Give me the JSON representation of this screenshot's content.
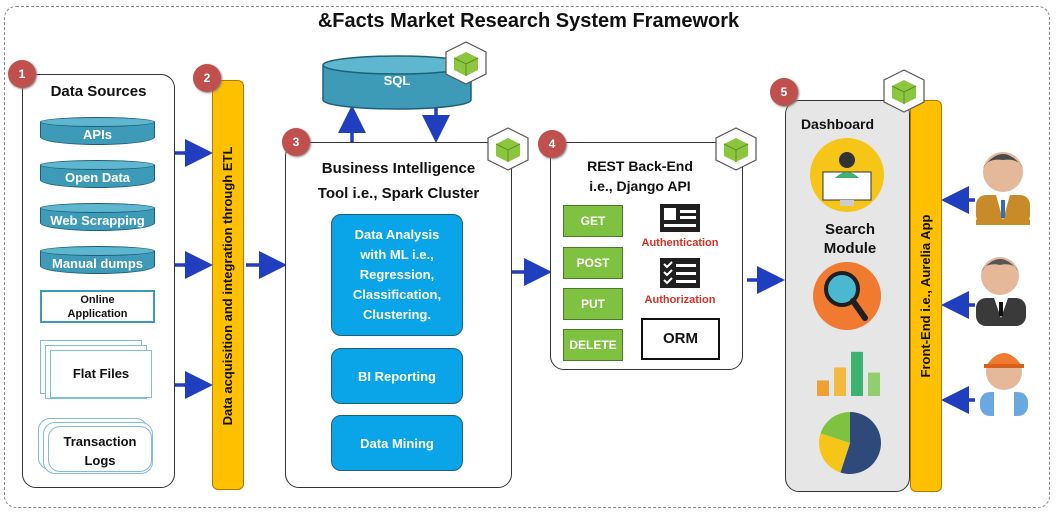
{
  "title": "&Facts Market Research System Framework",
  "badges": [
    "1",
    "2",
    "3",
    "4",
    "5"
  ],
  "data_sources": {
    "heading": "Data Sources",
    "items": [
      "APIs",
      "Open Data",
      "Web Scrapping",
      "Manual dumps"
    ],
    "online_app": "Online Application",
    "flat_files": "Flat Files",
    "transaction_logs": "Transaction Logs"
  },
  "etl_label": "Data acquisition and integration through ETL",
  "sql_label": "SQL",
  "bi": {
    "heading_line1": "Business Intelligence",
    "heading_line2": "Tool i.e., Spark Cluster",
    "analysis": "Data Analysis with ML i.e., Regression, Classification, Clustering.",
    "reporting": "BI Reporting",
    "mining": "Data Mining"
  },
  "rest": {
    "heading_line1": "REST Back-End",
    "heading_line2": "i.e., Django API",
    "methods": [
      "GET",
      "POST",
      "PUT",
      "DELETE"
    ],
    "authentication": "Authentication",
    "authorization": "Authorization",
    "orm": "ORM"
  },
  "dashboard": {
    "heading": "Dashboard",
    "search_module": "Search Module"
  },
  "frontend_label": "Front-End i.e., Aurelia App",
  "icons": [
    "person-monitor-icon",
    "magnifier-icon",
    "bar-chart-icon",
    "pie-chart-icon",
    "id-card-icon",
    "checklist-icon",
    "node-cube-icon",
    "businessman-icon",
    "worker-icon"
  ],
  "colors": {
    "badge": "#c0504d",
    "cylinder": "#3e9bb8",
    "blue_box": "#0aa5e8",
    "green_button": "#7fc241",
    "etl_bar": "#ffc000",
    "arrow": "#1f3fbf",
    "red_text": "#d93025",
    "node_cube": "#8cc63f"
  },
  "charts": {
    "bar_values": [
      0.3,
      0.55,
      0.85,
      0.45
    ],
    "bar_colors": [
      "#f0a030",
      "#f3b840",
      "#3cb371",
      "#8fcf6e"
    ],
    "pie_shares": [
      0.55,
      0.25,
      0.2
    ],
    "pie_colors": [
      "#2f4a7a",
      "#f5c518",
      "#7fc241"
    ]
  }
}
